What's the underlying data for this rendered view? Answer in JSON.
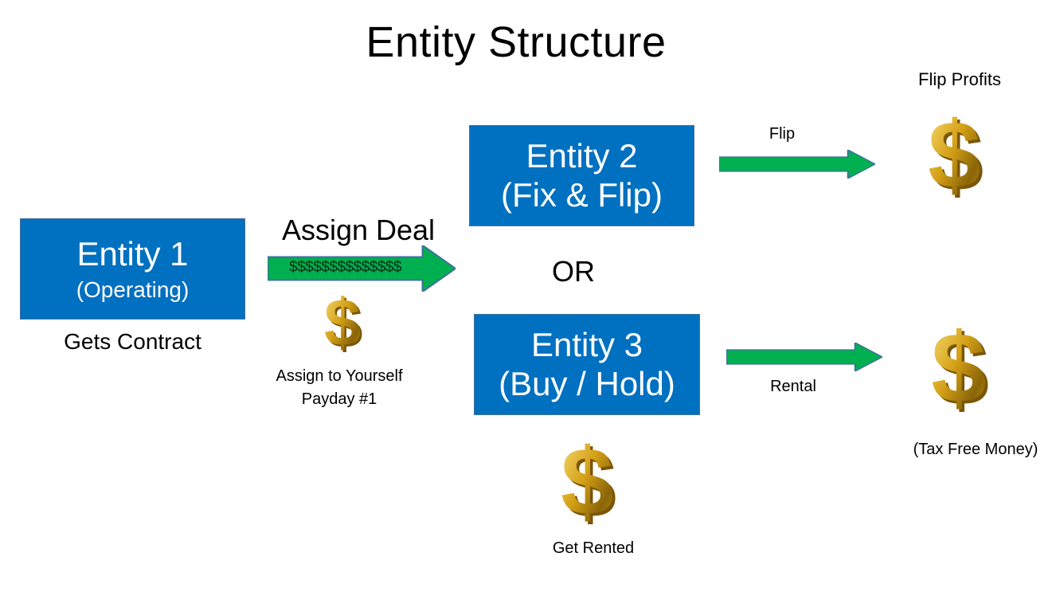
{
  "title": "Entity Structure",
  "entities": [
    {
      "name": "Entity 1",
      "role": "(Operating)",
      "caption": "Gets Contract"
    },
    {
      "name": "Entity 2",
      "role": "(Fix & Flip)"
    },
    {
      "name": "Entity 3",
      "role": "(Buy / Hold)",
      "caption": "Get Rented"
    }
  ],
  "assign": {
    "label": "Assign Deal",
    "arrow_text": "$$$$$$$$$$$$$$",
    "caption_line1": "Assign to Yourself",
    "caption_line2": "Payday #1"
  },
  "or_label": "OR",
  "flip": {
    "arrow_label": "Flip",
    "result_label": "Flip Profits"
  },
  "rental": {
    "arrow_label": "Rental",
    "result_label": "(Tax Free Money)"
  },
  "colors": {
    "box": "#0070c0",
    "arrow": "#00b050",
    "coin": "#d4a017"
  },
  "icons": {
    "coin": "dollar-sign-icon",
    "arrow": "right-arrow-icon"
  }
}
